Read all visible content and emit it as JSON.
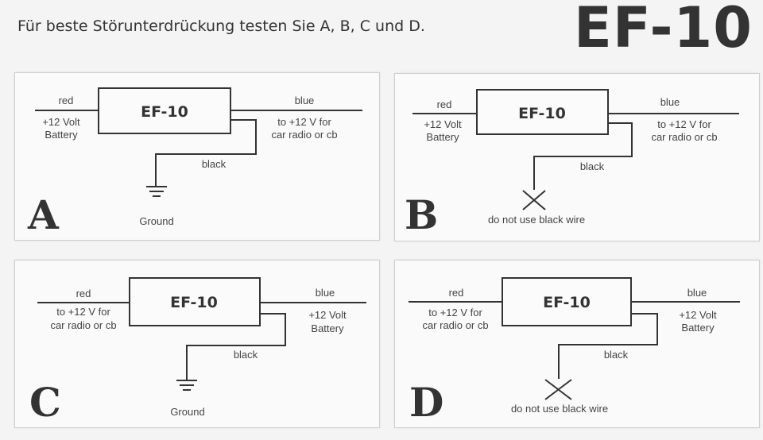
{
  "header": {
    "instruction": "Für beste Störunterdrückung testen Sie A, B, C und D.",
    "brand": "EF-10"
  },
  "panels": {
    "A": {
      "letter": "A",
      "box": "EF-10",
      "left_color": "red",
      "left_line1": "+12 Volt",
      "left_line2": "Battery",
      "right_color": "blue",
      "right_line1": "to +12 V for",
      "right_line2": "car radio or cb",
      "black": "black",
      "ground": "Ground"
    },
    "B": {
      "letter": "B",
      "box": "EF-10",
      "left_color": "red",
      "left_line1": "+12 Volt",
      "left_line2": "Battery",
      "right_color": "blue",
      "right_line1": "to +12 V for",
      "right_line2": "car radio or cb",
      "black": "black",
      "note": "do not use black wire"
    },
    "C": {
      "letter": "C",
      "box": "EF-10",
      "left_color": "red",
      "left_line1": "to +12 V for",
      "left_line2": "car radio or cb",
      "right_color": "blue",
      "right_line1": "+12 Volt",
      "right_line2": "Battery",
      "black": "black",
      "ground": "Ground"
    },
    "D": {
      "letter": "D",
      "box": "EF-10",
      "left_color": "red",
      "left_line1": "to +12 V for",
      "left_line2": "car radio or cb",
      "right_color": "blue",
      "right_line1": "+12 Volt",
      "right_line2": "Battery",
      "black": "black",
      "note": "do not use black wire"
    }
  }
}
